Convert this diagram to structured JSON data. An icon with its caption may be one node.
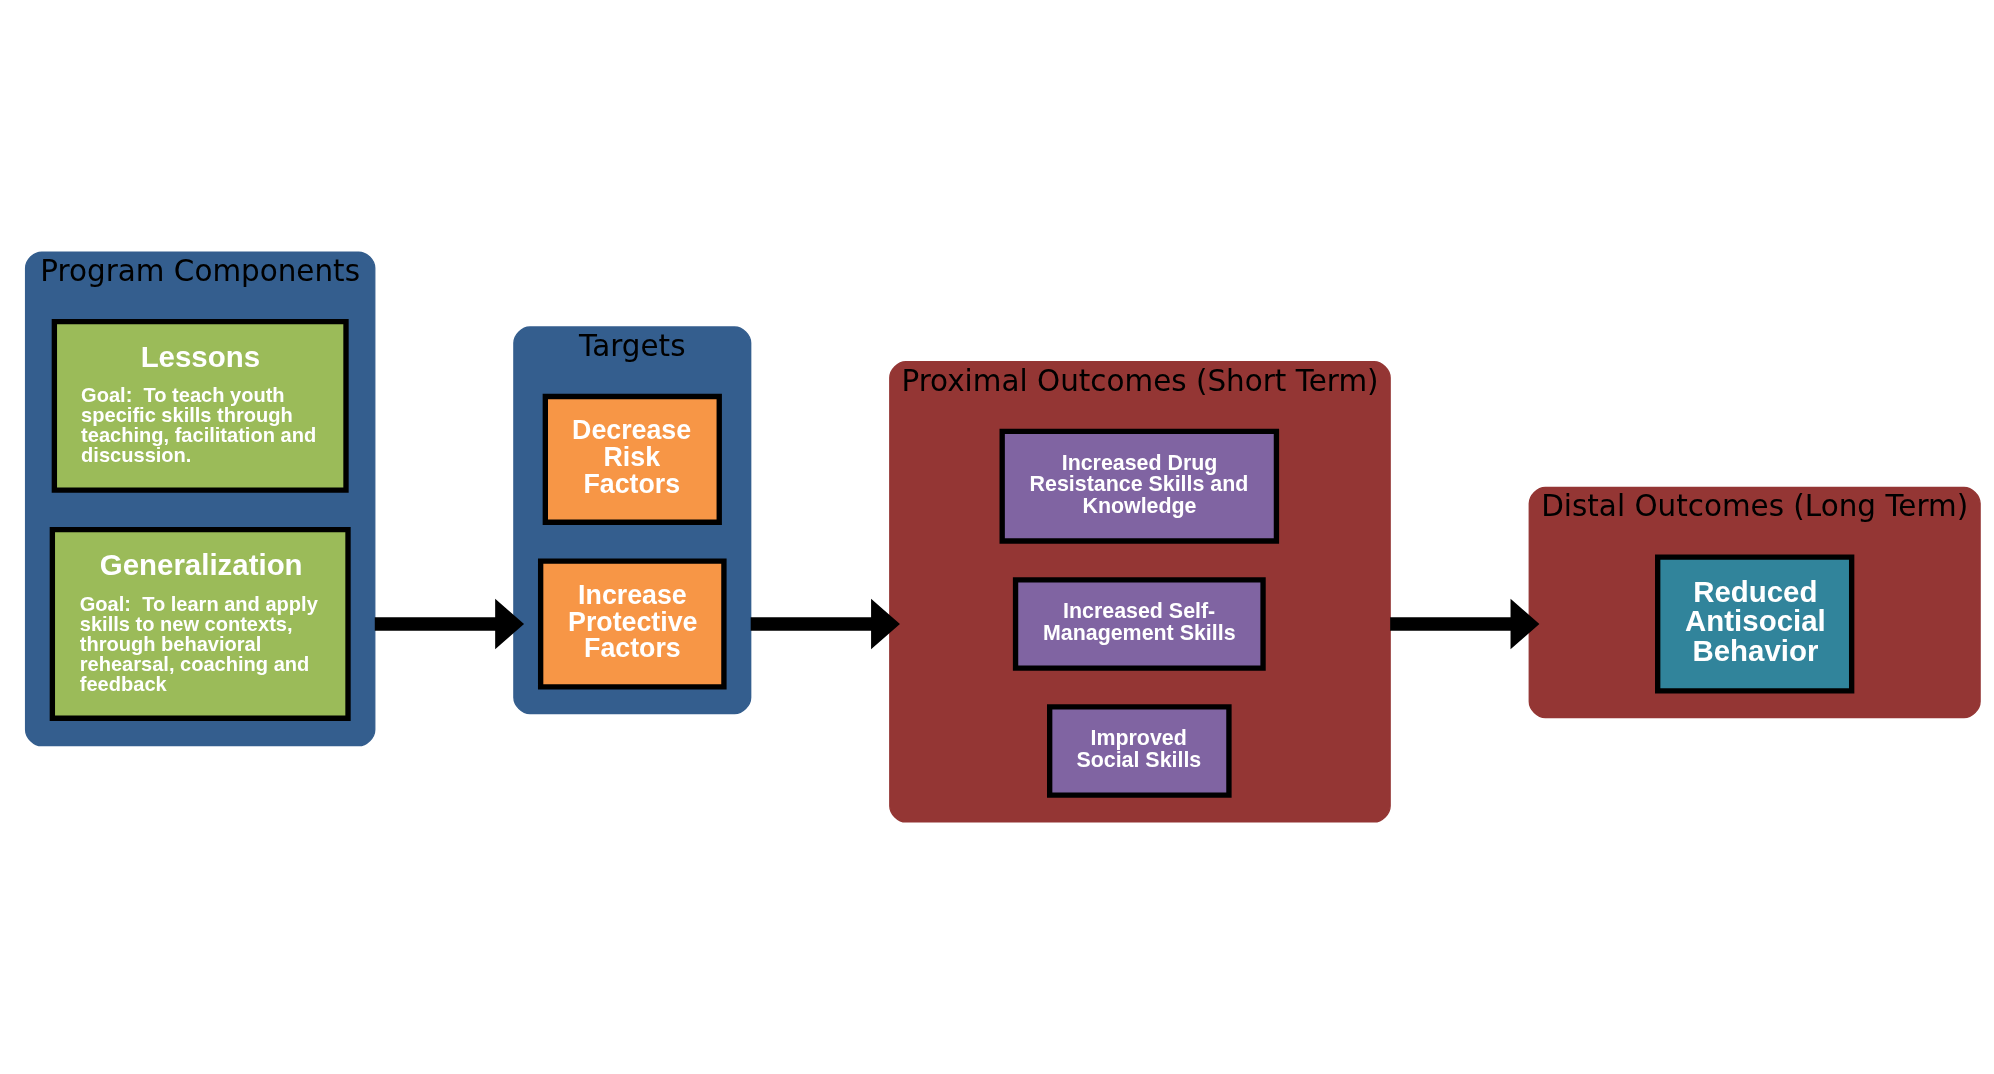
{
  "diagram": {
    "nodes": [
      {
        "text": [
          "Program Components"
        ]
      },
      {
        "text": [
          "Lessons",
          "Goal:  To teach youth specific skills through teaching, facilitation and discussion."
        ],
        "in": 0
      },
      {
        "text": [
          "Generalization",
          "Goal:  To learn and apply skills to new contexts, through behavioral rehearsal, coaching and feedback"
        ],
        "in": 0
      },
      {
        "text": [
          "Targets"
        ]
      },
      {
        "text": [
          "Decrease Risk Factors"
        ],
        "in": 3
      },
      {
        "text": [
          "Increase Protective Factors"
        ],
        "in": 3
      },
      {
        "text": [
          "Proximal Outcomes (Short Term)"
        ]
      },
      {
        "text": [
          "Increased Drug Resistance Skills and Knowledge"
        ],
        "in": 6
      },
      {
        "text": [
          "Increased Self-Management Skills"
        ],
        "in": 6
      },
      {
        "text": [
          "Improved Social Skills"
        ],
        "in": 6
      },
      {
        "text": [
          "Distal Outcomes (Long Term)"
        ]
      },
      {
        "text": [
          "Reduced Antisocial Behavior"
        ],
        "in": 10
      }
    ],
    "edges": [
      {
        "from": 0,
        "to": 3,
        "arrow": "to"
      },
      {
        "from": 3,
        "to": 6,
        "arrow": "to"
      },
      {
        "from": 6,
        "to": 10,
        "arrow": "to"
      }
    ]
  }
}
